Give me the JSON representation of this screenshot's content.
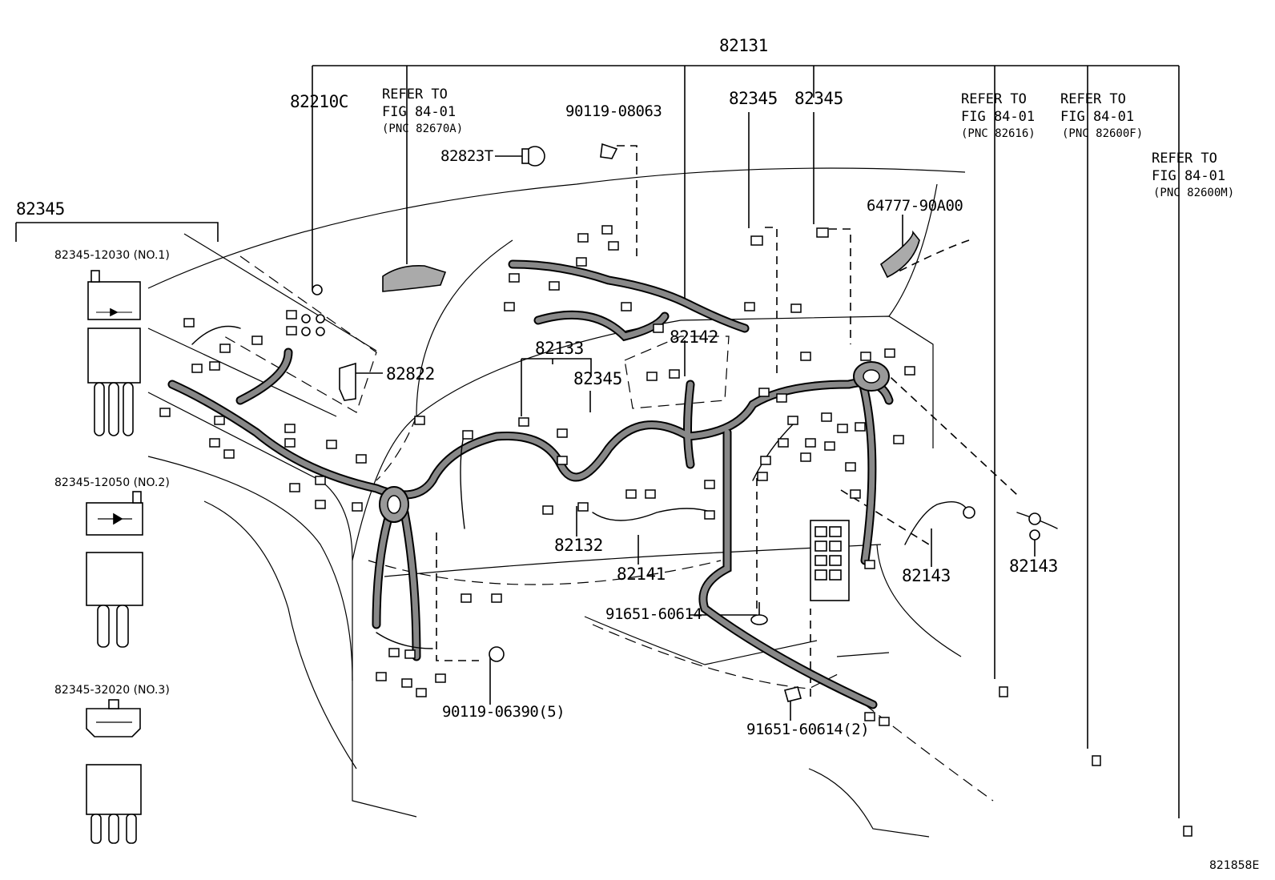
{
  "labels": {
    "main_assembly": "82131",
    "relay_group": "82345",
    "relay_no1": "82345-12030 (NO.1)",
    "relay_no2": "82345-12050 (NO.2)",
    "relay_no3": "82345-32020 (NO.3)",
    "p82210c": "82210C",
    "p82823t": "82823T",
    "p90119_08063": "90119-08063",
    "p82345_a": "82345",
    "p82345_b": "82345",
    "p82345_c": "82345",
    "p64777": "64777-90A00",
    "p82822": "82822",
    "p82133": "82133",
    "p82142": "82142",
    "p82132": "82132",
    "p82141": "82141",
    "p82143_a": "82143",
    "p82143_b": "82143",
    "p91651_60614": "91651-60614",
    "p91651_60614_2": "91651-60614(2)",
    "p90119_06390": "90119-06390(5)",
    "figure_code": "821858E"
  },
  "refer_notes": [
    {
      "line1": "REFER TO",
      "line2": "FIG 84-01",
      "line3": "(PNC 82670A)"
    },
    {
      "line1": "REFER TO",
      "line2": "FIG 84-01",
      "line3": "(PNC 82616)"
    },
    {
      "line1": "REFER TO",
      "line2": "FIG 84-01",
      "line3": "(PNC 82600F)"
    },
    {
      "line1": "REFER TO",
      "line2": "FIG 84-01",
      "line3": "(PNC 82600M)"
    }
  ]
}
